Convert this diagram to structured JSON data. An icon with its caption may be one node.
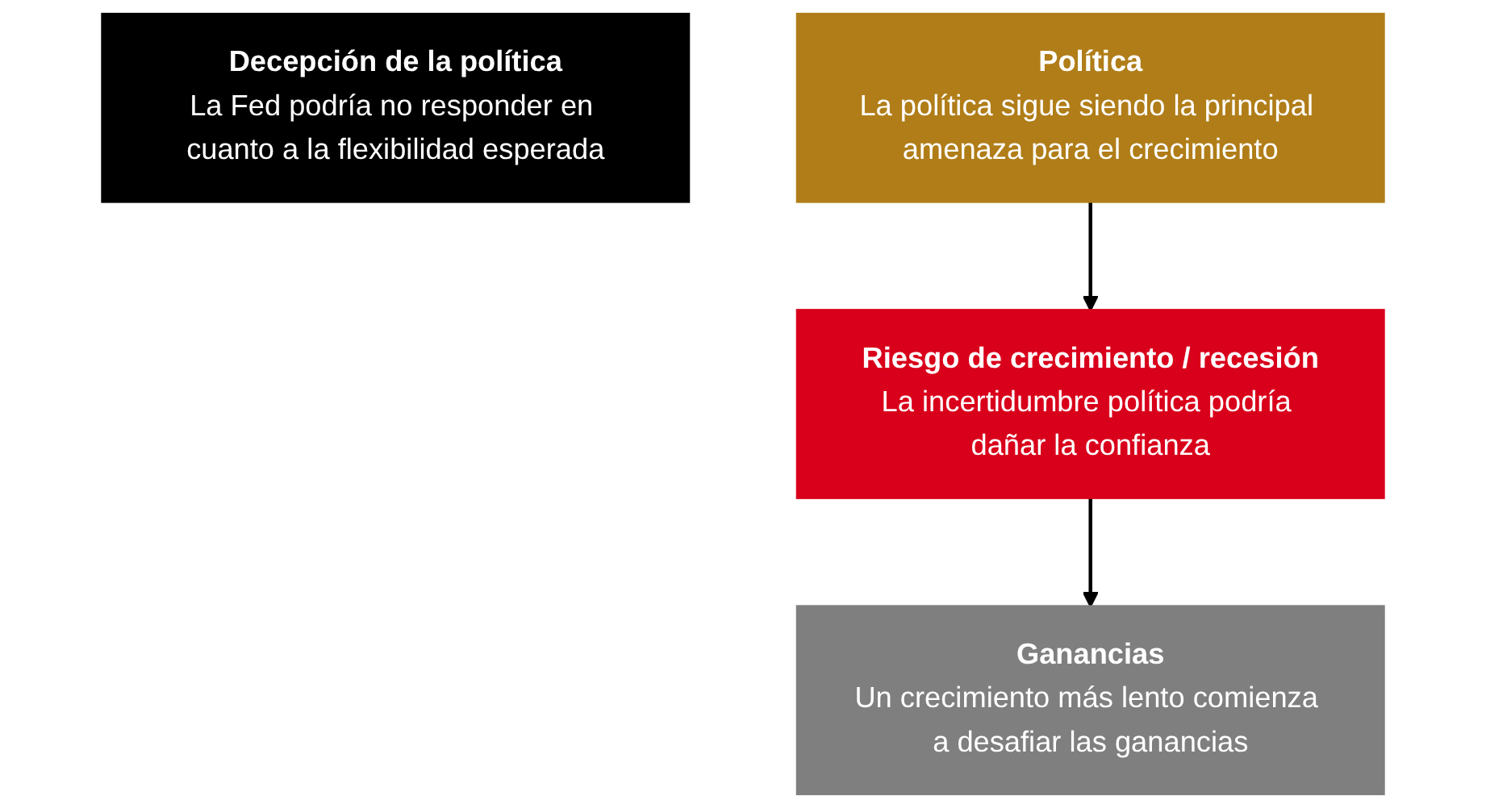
{
  "diagram": {
    "nodes": [
      {
        "text": [
          "Riesgo de crecimiento / recesión",
          "La incertidumbre política podría dañar la confianza"
        ]
      },
      {
        "text": [
          "Decepción de la política",
          "La Fed podría no responder en cuanto a la flexibilidad esperada"
        ]
      },
      {
        "text": [
          "Ganancias",
          "Un crecimiento más lento comienza a desafiar las ganancias"
        ]
      },
      {
        "text": [
          "Política",
          "La política sigue siendo la principal amenaza para el crecimiento"
        ]
      }
    ],
    "edges": [
      {
        "from": 0,
        "to": 2,
        "arrow": "to"
      },
      {
        "from": 3,
        "to": 0,
        "arrow": "to"
      }
    ]
  }
}
